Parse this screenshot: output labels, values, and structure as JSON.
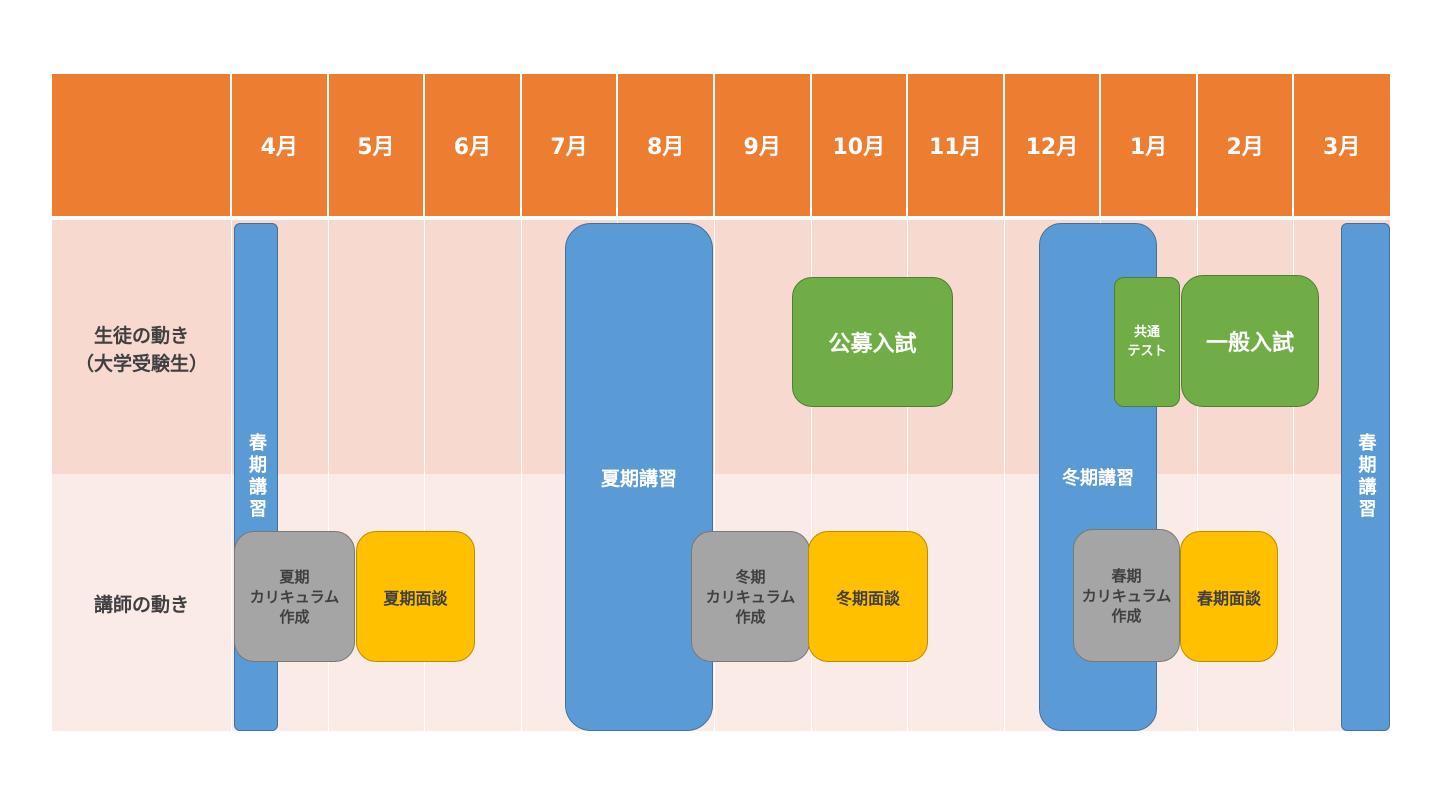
{
  "months": [
    "4月",
    "5月",
    "6月",
    "7月",
    "8月",
    "9月",
    "10月",
    "11月",
    "12月",
    "1月",
    "2月",
    "3月"
  ],
  "rows": {
    "students": [
      "生徒の動き",
      "（大学受験生）"
    ],
    "teachers": "講師の動き"
  },
  "events": {
    "spring_course_start": "春期講習",
    "summer_course": "夏期講習",
    "winter_course": "冬期講習",
    "spring_course_end": "春期講習",
    "public_exam": "公募入試",
    "common_test": [
      "共通",
      "テスト"
    ],
    "general_exam": "一般入試",
    "summer_curriculum": [
      "夏期",
      "カリキュラム",
      "作成"
    ],
    "summer_interview": "夏期面談",
    "winter_curriculum": [
      "冬期",
      "カリキュラム",
      "作成"
    ],
    "winter_interview": "冬期面談",
    "spring_curriculum": [
      "春期",
      "カリキュラム",
      "作成"
    ],
    "spring_interview": "春期面談"
  },
  "colors": {
    "header": "#ed7d31",
    "course": "#5b9bd5",
    "exam": "#70ad47",
    "curriculum": "#a5a5a5",
    "interview": "#ffc000"
  }
}
